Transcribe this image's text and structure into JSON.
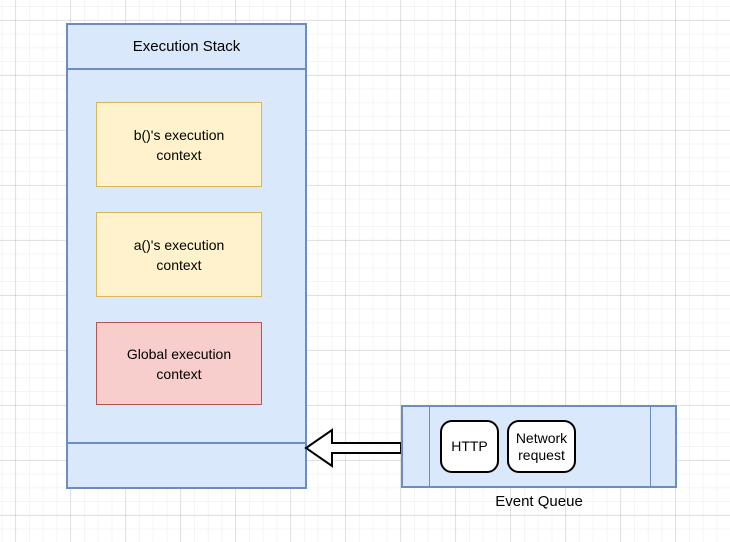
{
  "colors": {
    "stack-fill": "#dae8fc",
    "stack-stroke": "#6c8ebf",
    "ctx-yellow-fill": "#fff2cc",
    "ctx-yellow-stroke": "#d6b656",
    "ctx-red-fill": "#f8cecc",
    "ctx-red-stroke": "#b85450",
    "item-fill": "#ffffff",
    "item-stroke": "#000000",
    "text": "#000000"
  },
  "execution_stack": {
    "title": "Execution Stack",
    "frames": [
      {
        "id": "b",
        "label": "b()'s execution context",
        "color": "yellow"
      },
      {
        "id": "a",
        "label": "a()'s execution context",
        "color": "yellow"
      },
      {
        "id": "global",
        "label": "Global execution context",
        "color": "red"
      }
    ]
  },
  "event_queue": {
    "label": "Event Queue",
    "items": [
      {
        "id": "http",
        "label": "HTTP"
      },
      {
        "id": "network",
        "label": "Network request"
      }
    ]
  },
  "arrow": {
    "direction": "left",
    "from": "event-queue",
    "to": "execution-stack"
  }
}
